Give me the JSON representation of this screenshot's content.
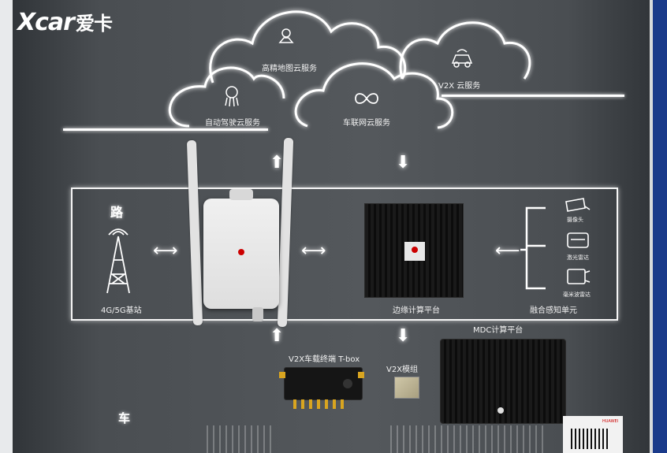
{
  "logo": {
    "latin": "Xcar",
    "cn": "爱卡"
  },
  "cloud_services": {
    "hd_map": "高精地图云服务",
    "v2x": "V2X 云服务",
    "autonomous": "自动驾驶云服务",
    "iov": "车联网云服务"
  },
  "road_section": {
    "title": "路",
    "base_station": "4G/5G基站",
    "edge_platform": "边缘计算平台",
    "fusion_unit": "融合感知单元",
    "camera": "摄像头",
    "lidar": "激光雷达",
    "radar": "毫米波雷达"
  },
  "vehicle_section": {
    "title": "车",
    "tbox": "V2X车载终端 T-box",
    "v2x_module": "V2X模组",
    "mdc": "MDC计算平台"
  },
  "brand": "HUAWEI",
  "arrows": {
    "up": "⬆",
    "down": "⬇",
    "both": "⟷",
    "left": "⟵"
  }
}
